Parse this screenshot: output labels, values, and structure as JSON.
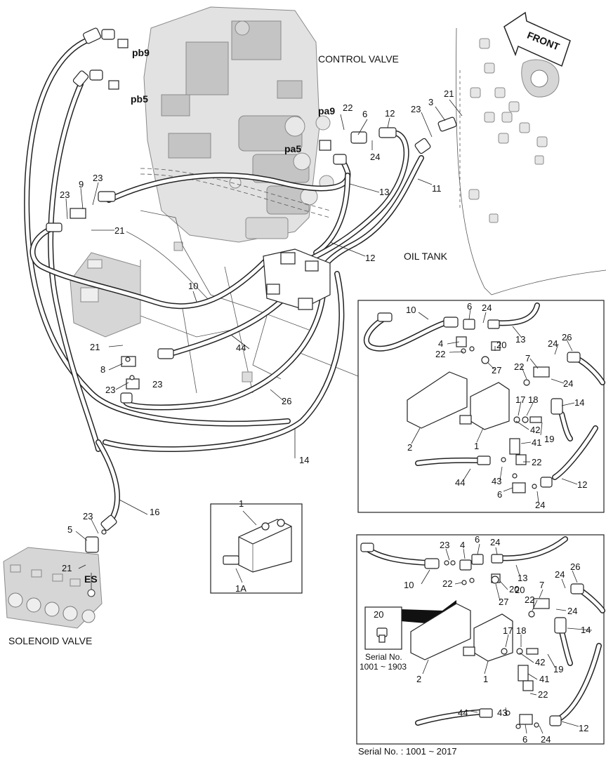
{
  "labels": {
    "control_valve": "CONTROL VALVE",
    "oil_tank": "OIL TANK",
    "solenoid_valve": "SOLENOID VALVE",
    "front": "FRONT",
    "es": "ES",
    "pb9": "pb9",
    "pb5": "pb5",
    "pa9": "pa9",
    "pa5": "pa5"
  },
  "main_callouts": {
    "c22": "22",
    "c6": "6",
    "c12a": "12",
    "c23a": "23",
    "c3": "3",
    "c21a": "21",
    "c24a": "24",
    "c13": "13",
    "c11": "11",
    "c12b": "12",
    "c9": "9",
    "c23b": "23",
    "c23c": "23",
    "c21b": "21",
    "c10": "10",
    "c44": "44",
    "c26": "26",
    "c14": "14",
    "c21c": "21",
    "c8": "8",
    "c23d": "23",
    "c23e": "23",
    "c16": "16",
    "c23f": "23",
    "c5": "5",
    "c21d": "21"
  },
  "detail1": {
    "title": "1",
    "part_label": "1A"
  },
  "inset_a": {
    "callouts": [
      "10",
      "6",
      "24",
      "13",
      "4",
      "22",
      "20",
      "27",
      "22",
      "7",
      "24",
      "26",
      "24",
      "17",
      "18",
      "14",
      "42",
      "19",
      "2",
      "1",
      "41",
      "22",
      "44",
      "43",
      "12",
      "6",
      "24"
    ]
  },
  "inset_b": {
    "callouts": [
      "23",
      "4",
      "6",
      "24",
      "13",
      "22",
      "20",
      "10",
      "27",
      "22",
      "7",
      "24",
      "26",
      "24",
      "14",
      "17",
      "18",
      "42",
      "19",
      "2",
      "1",
      "41",
      "22",
      "44",
      "43",
      "12",
      "6",
      "24",
      "20"
    ],
    "serial_box_title": "20",
    "serial_box_text1": "Serial No.",
    "serial_box_text2": "1001 ~ 1903",
    "footer": "Serial No. : 1001 ~ 2017"
  }
}
